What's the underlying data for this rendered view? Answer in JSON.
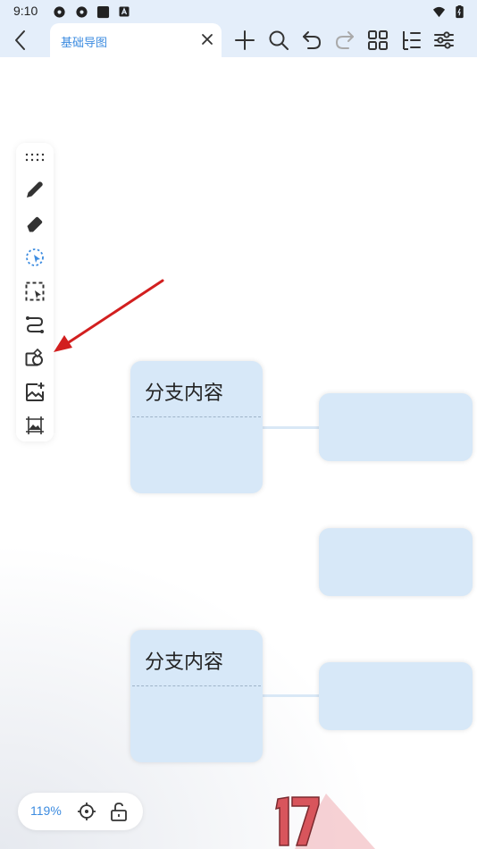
{
  "status_bar": {
    "time": "9:10",
    "icons": [
      "app-icon-1",
      "app-icon-2",
      "app-icon-3",
      "app-icon-4",
      "wifi-icon",
      "battery-icon"
    ]
  },
  "header": {
    "tab_title": "基础导图",
    "actions": [
      "add-icon",
      "search-icon",
      "undo-icon",
      "redo-icon",
      "grid-icon",
      "outline-icon",
      "settings-icon"
    ]
  },
  "toolbar": {
    "tools": [
      "drag-handle-icon",
      "pen-icon",
      "eraser-icon",
      "lasso-select-icon",
      "box-select-icon",
      "connector-icon",
      "shape-icon",
      "insert-image-icon",
      "image-frame-icon"
    ]
  },
  "canvas": {
    "nodes": [
      {
        "title": "分支内容"
      },
      {
        "title": "分支内容"
      }
    ]
  },
  "zoom": {
    "level": "119%"
  },
  "colors": {
    "accent": "#3d8ce0",
    "node_fill": "#d7e8f8",
    "arrow": "#d21f1f"
  }
}
